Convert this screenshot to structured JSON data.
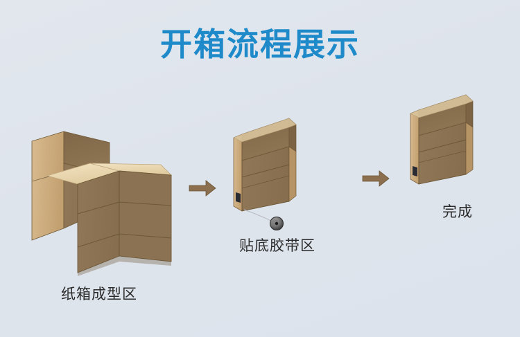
{
  "page": {
    "title": "开箱流程展示",
    "background_color": "#dee4ec",
    "title_color": "#1f8ac9"
  },
  "palette": {
    "carton_front": "#8a7151",
    "carton_front_light": "#8d7354",
    "carton_side": "#c9a877",
    "carton_side_light": "#d6b88b",
    "carton_top": "#e9d6ae",
    "carton_inner": "#8a7151",
    "carton_inner_dark": "#7d6547",
    "crease_line": "#6d5837",
    "arrow_color": "#8b6f4e",
    "arrow_outline": "#6d5636",
    "tape_roll_dark": "#3a3a3a",
    "tape_roll_mid": "#8a8a8a",
    "tape_strand": "#b9bcc2",
    "handle_slot": "#2b2b33"
  },
  "steps": [
    {
      "id": "step-1",
      "name": "carton-forming-area",
      "caption": "纸箱成型区",
      "description": "stack of formed cartons with one open carton behind"
    },
    {
      "id": "step-2",
      "name": "bottom-taping-area",
      "caption": "贴底胶带区",
      "description": "single open carton with tape roll below"
    },
    {
      "id": "step-3",
      "name": "finished-area",
      "caption": "完成",
      "description": "finished open carton"
    }
  ],
  "arrows": [
    {
      "id": "arrow-1",
      "name": "flow-arrow-1",
      "direction": "right"
    },
    {
      "id": "arrow-2",
      "name": "flow-arrow-2",
      "direction": "right"
    }
  ]
}
